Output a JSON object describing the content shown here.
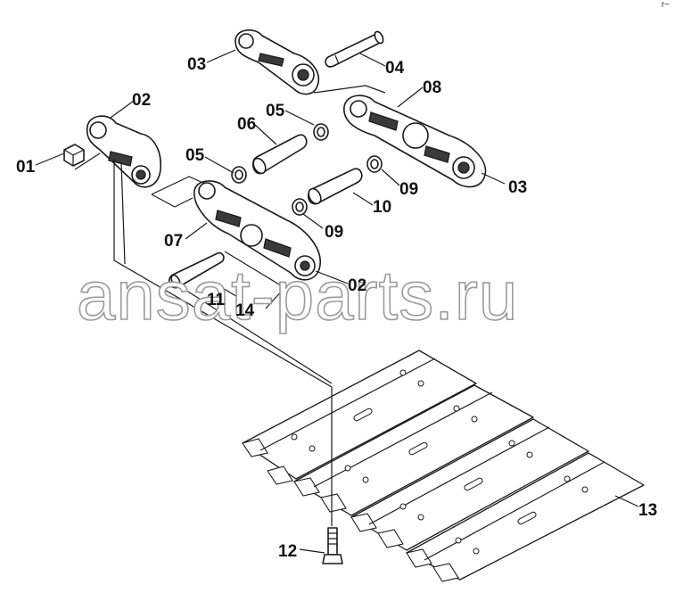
{
  "diagram": {
    "callouts": [
      "01",
      "02",
      "03",
      "04",
      "05",
      "06",
      "07",
      "08",
      "09",
      "10",
      "11",
      "12",
      "13",
      "14"
    ],
    "watermark": "ansat-parts.ru",
    "corner_mark": "r~"
  },
  "colors": {
    "line": "#1a1a1a",
    "watermark_outline": "#9a9a9a",
    "background": "#ffffff"
  }
}
